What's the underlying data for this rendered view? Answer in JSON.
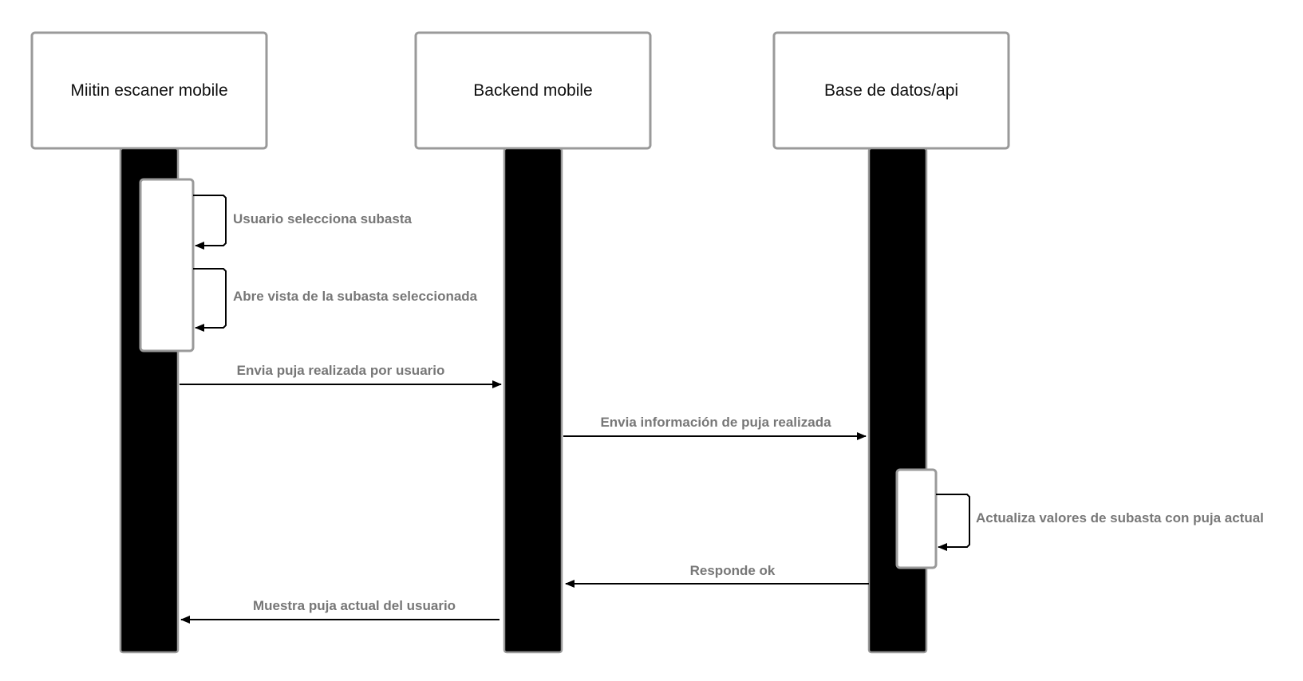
{
  "participants": [
    {
      "label": "Miitin escaner mobile"
    },
    {
      "label": "Backend mobile"
    },
    {
      "label": "Base de datos/api"
    }
  ],
  "messages": [
    {
      "label": "Usuario selecciona subasta",
      "from": 0,
      "to": 0,
      "type": "self"
    },
    {
      "label": "Abre vista de la subasta seleccionada",
      "from": 0,
      "to": 0,
      "type": "self"
    },
    {
      "label": "Envia puja realizada por usuario",
      "from": 0,
      "to": 1,
      "type": "sync"
    },
    {
      "label": "Envia información de puja realizada",
      "from": 1,
      "to": 2,
      "type": "sync"
    },
    {
      "label": "Actualiza valores de subasta con puja actual",
      "from": 2,
      "to": 2,
      "type": "self"
    },
    {
      "label": "Responde ok",
      "from": 2,
      "to": 1,
      "type": "reply"
    },
    {
      "label": "Muestra puja actual del usuario",
      "from": 1,
      "to": 0,
      "type": "reply"
    }
  ],
  "colors": {
    "lifeline": "#000000",
    "box_border": "#9a9a9a",
    "message_text": "#777777",
    "participant_text": "#111111"
  }
}
